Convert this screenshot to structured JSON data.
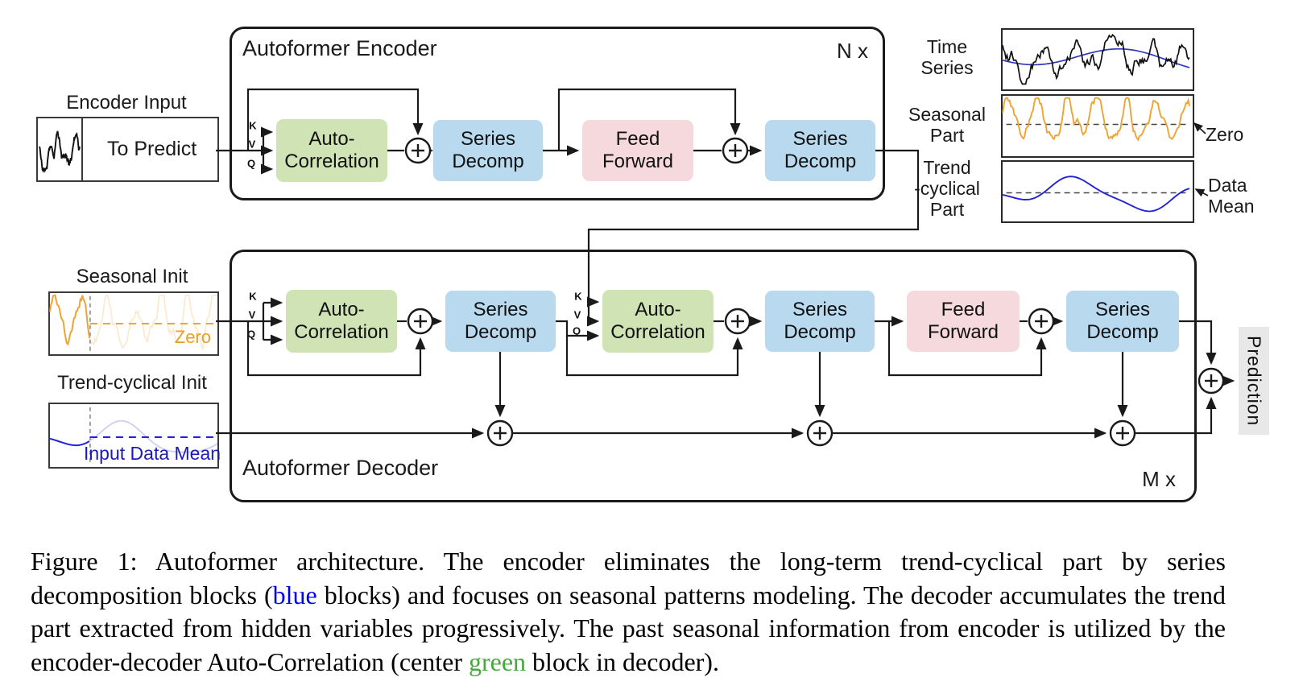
{
  "palette": {
    "block_green": "#cfe3b4",
    "block_blue": "#b9d9ef",
    "block_pink": "#f5d9dd",
    "orange_curve": "#f0a233",
    "blue_curve": "#2323d6",
    "caption_blue": "#0000f0",
    "caption_green": "#45a93d"
  },
  "labels": {
    "k": "K",
    "v": "V",
    "q": "Q"
  },
  "block_labels": {
    "auto_correlation": [
      "Auto-",
      "Correlation"
    ],
    "series_decomp": [
      "Series",
      "Decomp"
    ],
    "feed_forward": [
      "Feed",
      "Forward"
    ]
  },
  "encoder": {
    "title": "Autoformer Encoder",
    "repeat": "N x"
  },
  "decoder": {
    "title": "Autoformer Decoder",
    "repeat": "M x"
  },
  "inputs": {
    "encoder_input": {
      "label": "Encoder Input",
      "value": "To Predict"
    },
    "seasonal_init": {
      "label": "Seasonal Init",
      "annotation": "Zero"
    },
    "trend_init": {
      "label": "Trend-cyclical Init",
      "annotation": "Input Data Mean"
    }
  },
  "output": {
    "label": "Prediction"
  },
  "legend": {
    "time_series": {
      "label": [
        "Time",
        "Series"
      ]
    },
    "seasonal": {
      "label": [
        "Seasonal",
        "Part"
      ],
      "annotation": "Zero"
    },
    "trend": {
      "label": [
        "Trend",
        "-cyclical",
        "Part"
      ],
      "annotation": [
        "Data",
        "Mean"
      ]
    }
  },
  "caption": {
    "seg1": "Figure 1: Autoformer architecture. The encoder eliminates the long-term trend-cyclical part by series decomposition blocks (",
    "blue_word": "blue",
    "seg2": " blocks) and focuses on seasonal patterns modeling. The decoder accumulates the trend part extracted from hidden variables progressively. The past seasonal information from encoder is utilized by the encoder-decoder Auto-Correlation (center ",
    "green_word": "green",
    "seg3": " block in decoder)."
  }
}
